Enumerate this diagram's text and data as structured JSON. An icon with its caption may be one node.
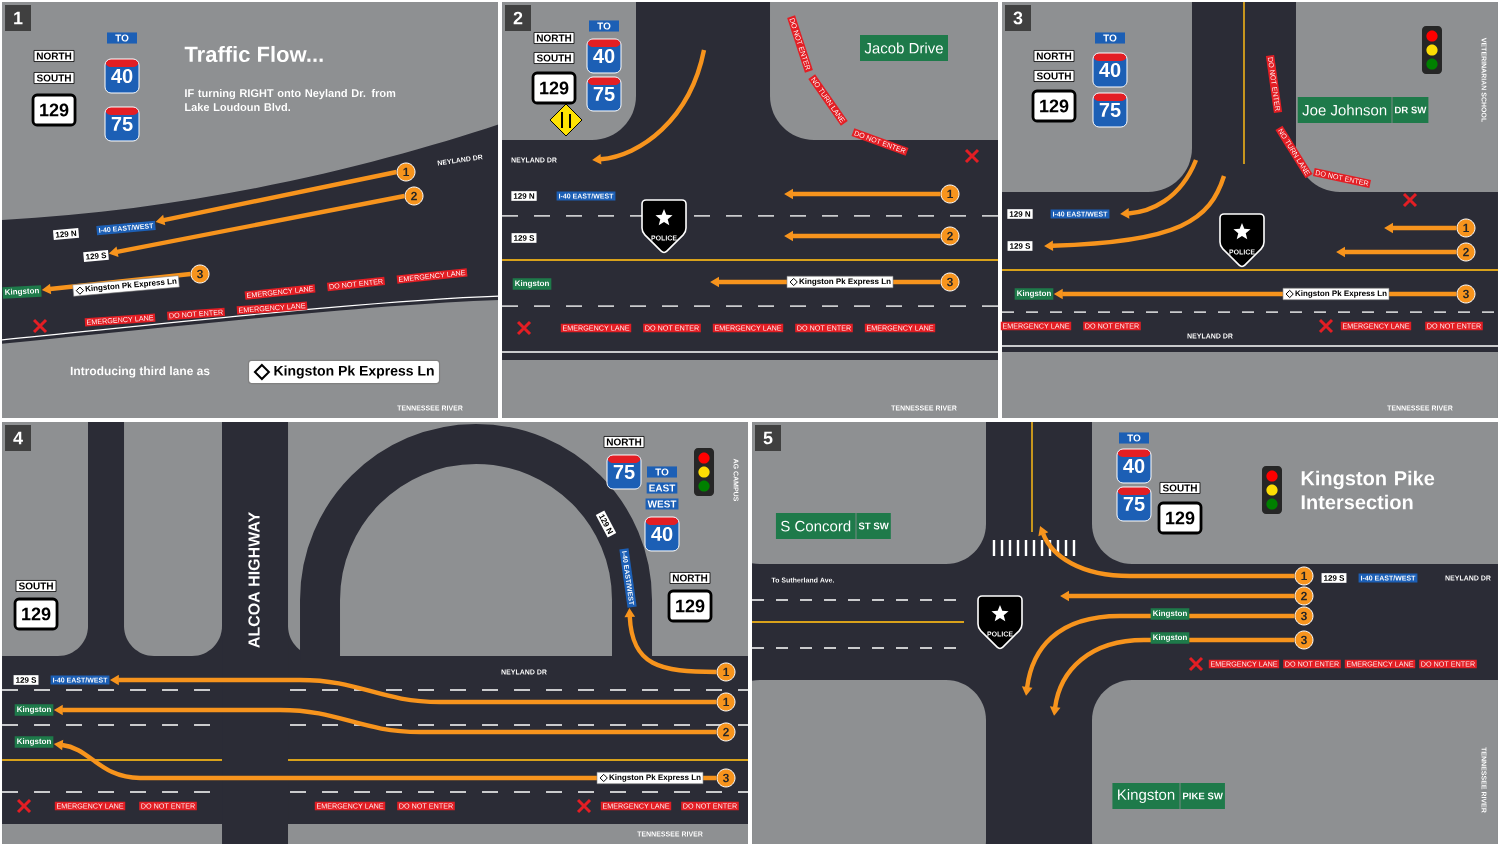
{
  "diagram": {
    "nodes": [
      {
        "text": [
          "1"
        ]
      },
      {
        "text": [
          "2"
        ]
      },
      {
        "text": [
          "3"
        ]
      },
      {
        "text": [
          "1"
        ]
      },
      {
        "text": [
          "2"
        ]
      },
      {
        "text": [
          "3"
        ]
      },
      {
        "text": [
          "1"
        ]
      },
      {
        "text": [
          "2"
        ]
      },
      {
        "text": [
          "3"
        ]
      },
      {
        "text": [
          "1"
        ]
      },
      {
        "text": [
          "1"
        ]
      },
      {
        "text": [
          "2"
        ]
      },
      {
        "text": [
          "3"
        ]
      },
      {
        "text": [
          "1"
        ]
      },
      {
        "text": [
          "2"
        ]
      },
      {
        "text": [
          "3"
        ]
      },
      {
        "text": [
          "3"
        ]
      },
      {
        "text": [
          "I-40 EAST/WEST"
        ]
      },
      {
        "text": [
          "129 S"
        ]
      },
      {
        "text": [
          "Kingston"
        ]
      },
      {
        "text": [
          "Kingston"
        ]
      },
      {
        "text": [
          "I-40 EAST/WEST"
        ]
      },
      {
        "text": [
          "I-40 EAST/WEST"
        ]
      },
      {
        "text": [
          "Kingston"
        ]
      },
      {
        "text": [
          "Kingston"
        ]
      }
    ],
    "edges": [
      {
        "from": 0,
        "to": 17,
        "arrow": "to"
      },
      {
        "from": 1,
        "to": 18,
        "arrow": "to"
      },
      {
        "from": 2,
        "to": 19,
        "arrow": "to"
      },
      {
        "from": 3,
        "to": null,
        "arrow": "to"
      },
      {
        "from": 4,
        "to": null,
        "arrow": "to"
      },
      {
        "from": 5,
        "to": null,
        "arrow": "to"
      },
      {
        "from": 6,
        "to": null,
        "arrow": "to"
      },
      {
        "from": 7,
        "to": null,
        "arrow": "to"
      },
      {
        "from": 8,
        "to": 20,
        "arrow": "to"
      },
      {
        "from": 9,
        "to": 21,
        "arrow": "to"
      },
      {
        "from": 10,
        "to": 22,
        "arrow": "to"
      },
      {
        "from": 11,
        "to": 23,
        "arrow": "to"
      },
      {
        "from": 12,
        "to": 24,
        "arrow": "to"
      },
      {
        "from": 13,
        "to": null,
        "arrow": "to"
      },
      {
        "from": 14,
        "to": null,
        "arrow": "to"
      },
      {
        "from": 15,
        "to": null,
        "arrow": "to"
      },
      {
        "from": 16,
        "to": null,
        "arrow": "to"
      }
    ],
    "labels": [
      "1",
      "NORTH",
      "SOUTH",
      "129",
      "TO",
      "40",
      "75",
      "Traffic Flow...",
      "IF turning RIGHT onto Neyland Dr. from Lake Loudoun Blvd.",
      "NEYLAND DR",
      "129 N",
      "Kingston Pk Express Ln",
      "EMERGENCY LANE",
      "DO NOT ENTER",
      "EMERGENCY LANE",
      "EMERGENCY LANE",
      "DO NOT ENTER",
      "EMERGENCY LANE",
      "Introducing third lane as",
      "Kingston Pk Express Ln",
      "TENNESSEE RIVER",
      "2",
      "NORTH",
      "SOUTH",
      "129",
      "TO",
      "40",
      "75",
      "DO NOT ENTER",
      "NO TURN LANE",
      "DO NOT ENTER",
      "Jacob Drive",
      "NEYLAND DR",
      "129 N",
      "I-40 EAST/WEST",
      "129 S",
      "POLICE",
      "Kingston",
      "Kingston Pk Express Ln",
      "EMERGENCY LANE",
      "DO NOT ENTER",
      "EMERGENCY LANE",
      "DO NOT ENTER",
      "EMERGENCY LANE",
      "TENNESSEE RIVER",
      "3",
      "NORTH",
      "SOUTH",
      "129",
      "TO",
      "40",
      "75",
      "Joe Johnson",
      "DR SW",
      "VETERINARIAN SCHOOL",
      "DO NOT ENTER",
      "NO TURN LANE",
      "DO NOT ENTER",
      "129 N",
      "I-40 EAST/WEST",
      "129 S",
      "POLICE",
      "Kingston Pk Express Ln",
      "EMERGENCY LANE",
      "DO NOT ENTER",
      "EMERGENCY LANE",
      "DO NOT ENTER",
      "NEYLAND DR",
      "TENNESSEE RIVER",
      "4",
      "SOUTH",
      "129",
      "ALCOA HIGHWAY",
      "NORTH",
      "75",
      "TO",
      "EAST",
      "WEST",
      "40",
      "NORTH",
      "129",
      "AG CAMPUS",
      "129 N",
      "NEYLAND DR",
      "129 S",
      "Kingston Pk Express Ln",
      "EMERGENCY LANE",
      "DO NOT ENTER",
      "EMERGENCY LANE",
      "DO NOT ENTER",
      "EMERGENCY LANE",
      "DO NOT ENTER",
      "TENNESSEE RIVER",
      "5",
      "TO",
      "40",
      "75",
      "SOUTH",
      "129",
      "Kingston Pike Intersection",
      "S Concord",
      "ST SW",
      "To Sutherland Ave.",
      "129 S",
      "I-40 EAST/WEST",
      "NEYLAND DR",
      "POLICE",
      "Kingston",
      "Kingston",
      "EMERGENCY LANE",
      "DO NOT ENTER",
      "EMERGENCY LANE",
      "DO NOT ENTER",
      "Kingston",
      "PIKE SW",
      "TENNESSEE RIVER"
    ]
  }
}
